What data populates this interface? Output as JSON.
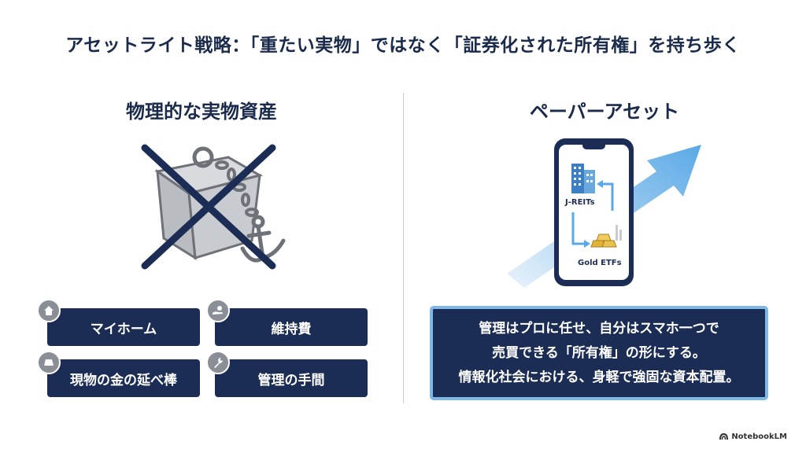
{
  "title": "アセットライト戦略：「重たい実物」ではなく「証券化された所有権」を持ち歩く",
  "left": {
    "heading": "物理的な実物資産",
    "items": [
      {
        "label": "マイホーム",
        "icon": "house-icon"
      },
      {
        "label": "維持費",
        "icon": "money-hand-icon"
      },
      {
        "label": "現物の金の延べ棒",
        "icon": "gold-bar-icon"
      },
      {
        "label": "管理の手間",
        "icon": "wrench-icon"
      }
    ]
  },
  "right": {
    "heading": "ペーパーアセット",
    "phone": {
      "label_top": "J-REITs",
      "label_bottom": "Gold ETFs"
    },
    "message": [
      "管理はプロに任せ、自分はスマホ一つで",
      "売買できる「所有権」の形にする。",
      "情報化社会における、身軽で強固な資本配置。"
    ]
  },
  "footer": {
    "brand": "NotebookLM"
  },
  "colors": {
    "navy": "#1c2d55",
    "accent_blue": "#7eb8e6",
    "gold": "#e0b43a"
  }
}
